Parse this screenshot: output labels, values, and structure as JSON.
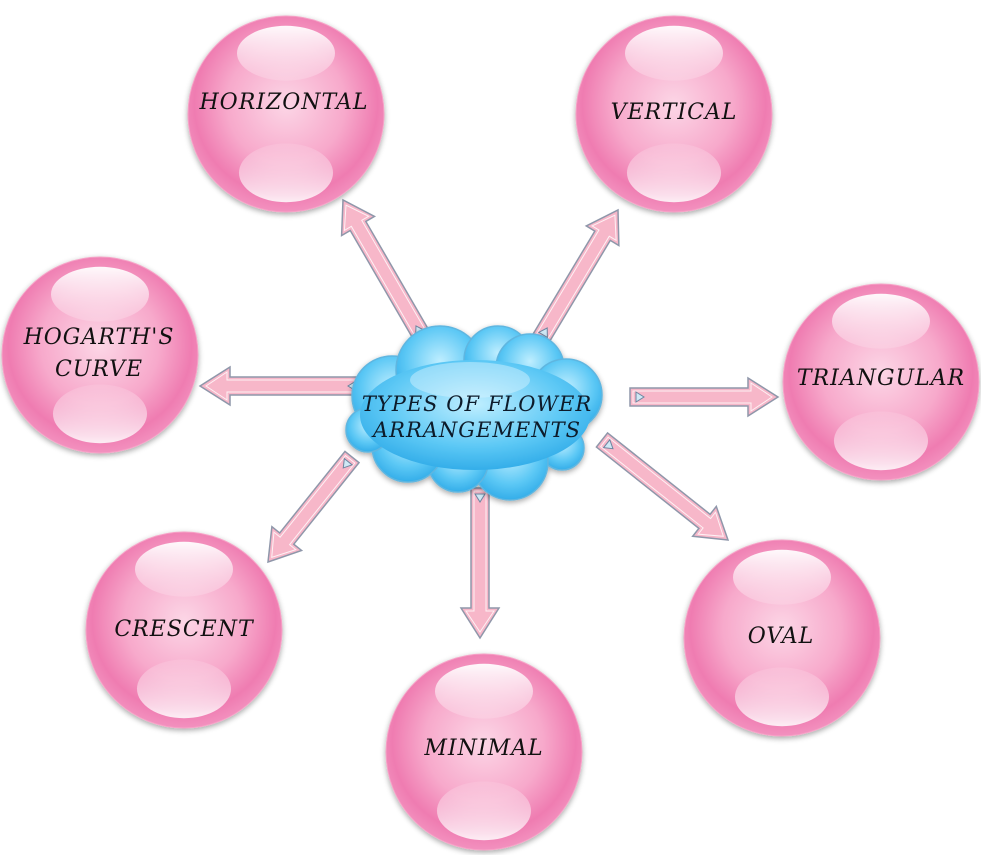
{
  "center": {
    "line1": "TYPES OF FLOWER",
    "line2": "ARRANGEMENTS"
  },
  "nodes": [
    {
      "id": "horizontal",
      "label": "HORIZONTAL"
    },
    {
      "id": "vertical",
      "label": "VERTICAL"
    },
    {
      "id": "triangular",
      "label": "TRIANGULAR"
    },
    {
      "id": "oval",
      "label": "OVAL"
    },
    {
      "id": "minimal",
      "label": "MINIMAL"
    },
    {
      "id": "crescent",
      "label": "CRESCENT"
    },
    {
      "id": "hogarths-curve",
      "label_line1": "HOGARTH'S",
      "label_line2": "CURVE"
    }
  ],
  "colors": {
    "sphere": "#f07ab0",
    "sphere_light": "#fde3ef",
    "cloud": "#4dbff0",
    "arrow_fill": "#f7b7c9",
    "arrow_stroke": "#9aa0b0"
  }
}
